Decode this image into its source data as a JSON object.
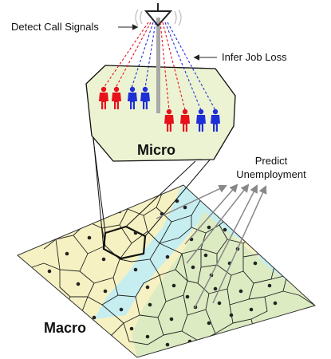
{
  "labels": {
    "detect_call_signals": "Detect Call Signals",
    "infer_job_loss": "Infer Job Loss",
    "micro": "Micro",
    "predict_line1": "Predict",
    "predict_line2": "Unemployment",
    "macro": "Macro"
  },
  "colors": {
    "red_person": "#e8101a",
    "blue_person": "#1f2fd6",
    "micro_fill": "#ecf3d3",
    "tile_yellow": "#f6f1c2",
    "tile_cyan": "#c6eef0",
    "tile_green": "#dcebc2",
    "arrow_gray": "#888888",
    "tower_gray": "#a8a8a8"
  },
  "icons": [
    "cell-tower-icon",
    "person-icon",
    "arrow-icon"
  ]
}
